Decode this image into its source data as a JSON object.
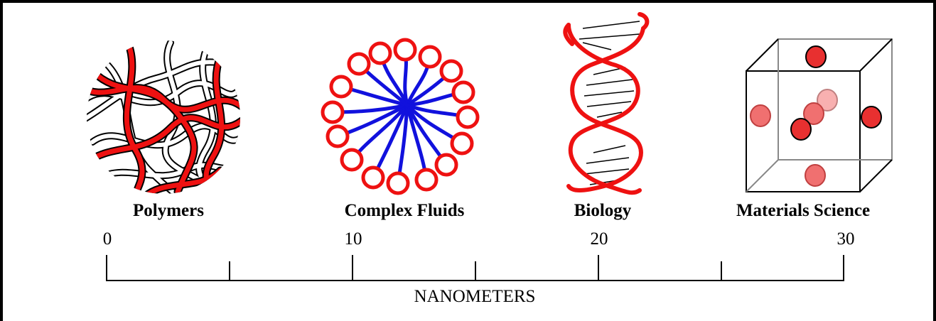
{
  "categories": [
    {
      "id": "polymers",
      "label": "Polymers",
      "icon": "polymer-tangle-icon"
    },
    {
      "id": "complex-fluids",
      "label": "Complex Fluids",
      "icon": "micelle-icon"
    },
    {
      "id": "biology",
      "label": "Biology",
      "icon": "dna-helix-icon"
    },
    {
      "id": "materials-science",
      "label": "Materials Science",
      "icon": "crystal-lattice-icon"
    }
  ],
  "scale": {
    "unit_label": "NANOMETERS",
    "ticks": [
      "0",
      "10",
      "20",
      "30"
    ]
  },
  "colors": {
    "accent_red": "#ee1111",
    "accent_blue": "#1111dd",
    "line": "#000000"
  }
}
